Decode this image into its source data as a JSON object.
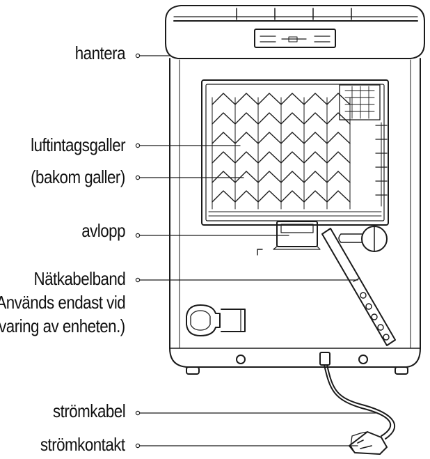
{
  "labels": {
    "handle": "hantera",
    "air_inlet_grille": "luftintagsgaller",
    "behind_grille": "(bakom galler)",
    "drain": "avlopp",
    "cord_band": "Nätkabelband",
    "cord_band_note_line1": "(Används endast vid",
    "cord_band_note_line2": "förvaring av enheten.)",
    "power_cord": "strömkabel",
    "power_plug": "strömkontakt"
  },
  "colors": {
    "line": "#1a1a1a",
    "background": "#ffffff"
  }
}
